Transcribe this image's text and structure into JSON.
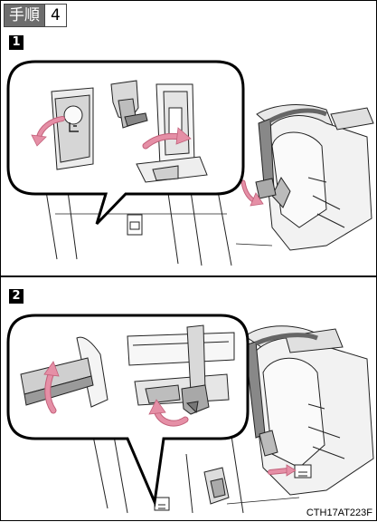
{
  "header": {
    "step_word": "手順",
    "step_number": "4"
  },
  "panels": [
    {
      "badge": "1"
    },
    {
      "badge": "2"
    }
  ],
  "figure_code": "CTH17AT223F",
  "colors": {
    "arrow": "#e58fa6",
    "arrow_stroke": "#c2607a",
    "ink": "#222222"
  }
}
